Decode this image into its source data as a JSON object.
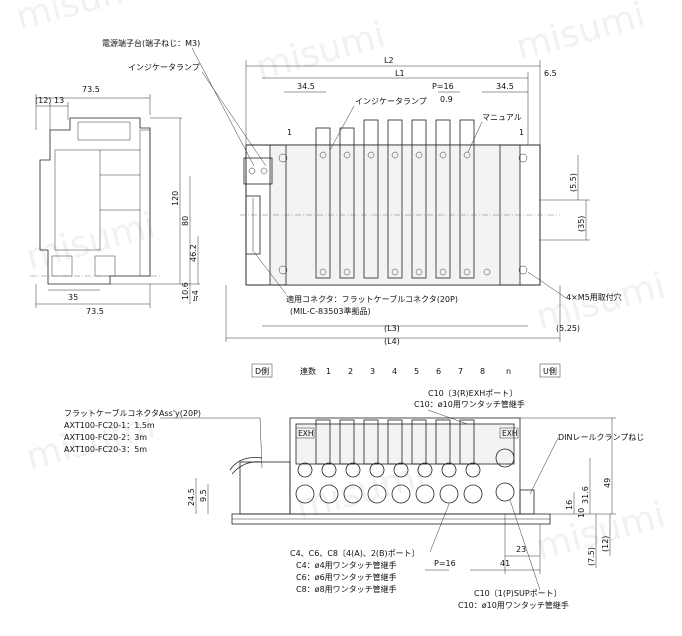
{
  "top_view": {
    "L2": "L2",
    "L1": "L1",
    "dim_6_5": "6.5",
    "dim_34_5_left": "34.5",
    "dim_P16": "P=16",
    "dim_34_5_right": "34.5",
    "dim_0_9": "0.9",
    "dim_1_left": "1",
    "dim_1_right": "1",
    "dim_5_5": "(5.5)",
    "dim_35": "(35)",
    "L3": "(L3)",
    "L4": "(L4)",
    "dim_5_25": "(5.25)",
    "label_power_terminal": "電源端子台(端子ねじ：M3)",
    "label_indicator_lamp_left": "インジケータランプ",
    "label_indicator_lamp_top": "インジケータランプ",
    "label_manual": "マニュアル",
    "label_connector": "適用コネクタ：フラットケーブルコネクタ(20P)",
    "label_connector_std": "(MIL-C-83503準拠品)",
    "label_mount_hole": "4×M5用取付穴"
  },
  "side_view": {
    "dim_73_5_top": "73.5",
    "dim_12": "(12)",
    "dim_13": "13",
    "dim_120": "120",
    "dim_80": "80",
    "dim_46_2": "46.2",
    "dim_10_6": "10.6",
    "dim_4": "≒4",
    "dim_35": "35",
    "dim_73_5_bottom": "73.5"
  },
  "front_view": {
    "label_d_side": "D側",
    "label_u_side": "U側",
    "station_label": "連数",
    "station_numbers": [
      "1",
      "2",
      "3",
      "4",
      "5",
      "6",
      "7",
      "8",
      "n"
    ],
    "label_exh_port": "C10〔3(R)EXHポート〕",
    "label_exh_fitting": "C10：ø10用ワンタッチ管継手",
    "label_flat_cable_assy": "フラットケーブルコネクタAss'y(20P)",
    "cable_options": [
      "AXT100-FC20-1：1.5m",
      "AXT100-FC20-2：3m",
      "AXT100-FC20-3：5m"
    ],
    "label_din_clamp": "DINレールクランプねじ",
    "exh_tag_left": "EXH",
    "exh_tag_right": "EXH",
    "dim_24_5": "24.5",
    "dim_9_5": "9.5",
    "dim_49": "49",
    "dim_31_6": "31.6",
    "dim_16": "16",
    "dim_10": "10",
    "dim_7_5": "(7.5)",
    "dim_12": "(12)",
    "dim_23": "23",
    "dim_41": "41",
    "dim_P16": "P=16",
    "label_ports_c": "C4、C6、C8〔4(A)、2(B)ポート〕",
    "port_c4": "C4：ø4用ワンタッチ管継手",
    "port_c6": "C6：ø6用ワンタッチ管継手",
    "port_c8": "C8：ø8用ワンタッチ管継手",
    "label_sup_port": "C10〔1(P)SUPポート〕",
    "label_sup_fitting": "C10：ø10用ワンタッチ管継手"
  },
  "watermark": {
    "text": "misumi"
  }
}
